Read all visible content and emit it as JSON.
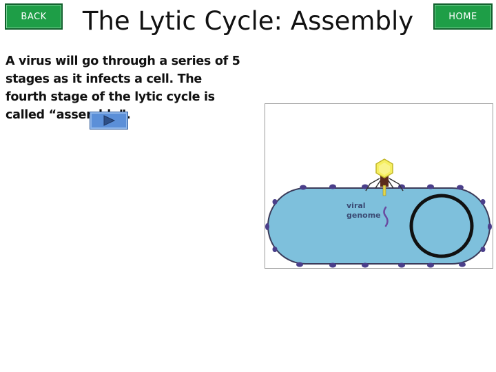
{
  "nav": {
    "back_label": "BACK",
    "home_label": "HOME"
  },
  "slide": {
    "title": "The Lytic Cycle: Assembly",
    "body": "A virus will go through a series of 5 stages as it infects a cell. The fourth stage of the lytic cycle is called “assembly”."
  },
  "illustration": {
    "genome_label_line1": "viral",
    "genome_label_line2": "genome"
  },
  "colors": {
    "nav_button": "#1e9e47",
    "play_button": "#5b8fd8",
    "cell_fill": "#7ec0dc",
    "virus_head": "#f6ef62",
    "membrane_dots": "#4b3f8a"
  },
  "icons": {
    "play": "play-triangle-icon"
  }
}
